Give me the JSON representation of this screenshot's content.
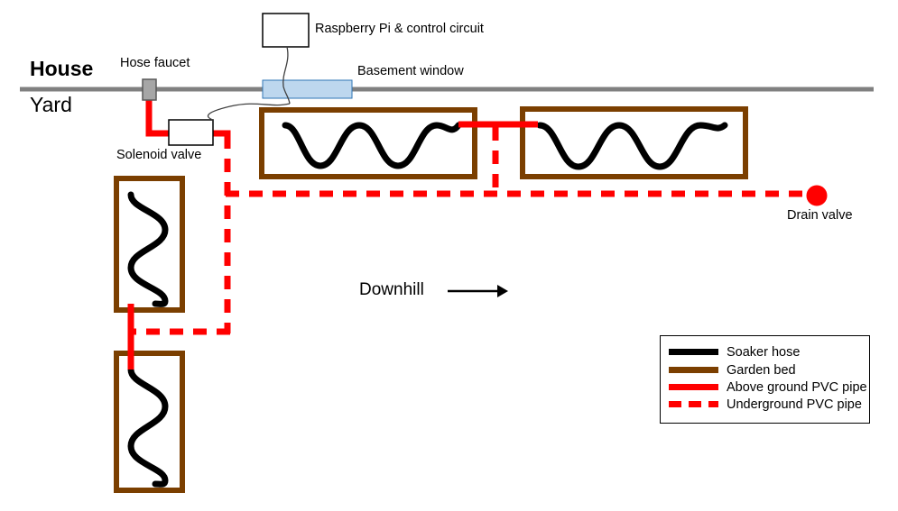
{
  "diagram": {
    "title_labels": {
      "house": "House",
      "yard": "Yard"
    },
    "components": [
      {
        "id": "hose-faucet",
        "label": "Hose faucet"
      },
      {
        "id": "raspberry-pi",
        "label": "Raspberry Pi & control circuit"
      },
      {
        "id": "basement-window",
        "label": "Basement window"
      },
      {
        "id": "solenoid-valve",
        "label": "Solenoid valve"
      },
      {
        "id": "drain-valve",
        "label": "Drain valve"
      }
    ],
    "annotations": {
      "downhill": "Downhill"
    },
    "legend": {
      "items": [
        {
          "label": "Soaker hose",
          "color": "#000000",
          "style": "solid"
        },
        {
          "label": "Garden bed",
          "color": "#7B3F00",
          "style": "solid"
        },
        {
          "label": "Above ground PVC pipe",
          "color": "#FF0000",
          "style": "solid"
        },
        {
          "label": "Underground PVC pipe",
          "color": "#FF0000",
          "style": "dashed"
        }
      ]
    },
    "colors": {
      "ground_line": "#808080",
      "garden_bed": "#7B3F00",
      "soaker_hose": "#000000",
      "pvc_pipe": "#FF0000",
      "window_fill": "#BDD7EE",
      "window_stroke": "#2E74B5",
      "faucet_fill": "#A6A6A6",
      "faucet_stroke": "#595959",
      "box_stroke": "#000000"
    },
    "garden_beds": [
      {
        "id": "bed-top-left",
        "orientation": "horizontal"
      },
      {
        "id": "bed-top-right",
        "orientation": "horizontal"
      },
      {
        "id": "bed-mid-left",
        "orientation": "vertical"
      },
      {
        "id": "bed-bottom-left",
        "orientation": "vertical"
      }
    ]
  }
}
